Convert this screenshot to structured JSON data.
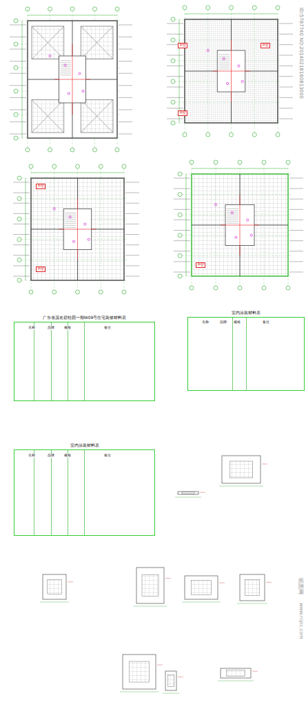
{
  "diagram": {
    "nodes": [
      {
        "text": [
          "室内涂装材料表"
        ]
      },
      {
        "text": [
          "广东省茂名碧桂园一期W09号住宅装修材料表"
        ]
      },
      {
        "text": [
          "室内涂装材料表"
        ]
      }
    ],
    "labels": [
      "ID:5787740 NO:20140218160813000",
      "昵图网",
      "www.nipic.com",
      "户型",
      "户型",
      "户型",
      "户型",
      "户型",
      "户型",
      "名称",
      "品牌",
      "规格",
      "备注",
      "名称",
      "品牌",
      "规格",
      "备注",
      "名称",
      "品牌",
      "规格",
      "备注"
    ]
  }
}
